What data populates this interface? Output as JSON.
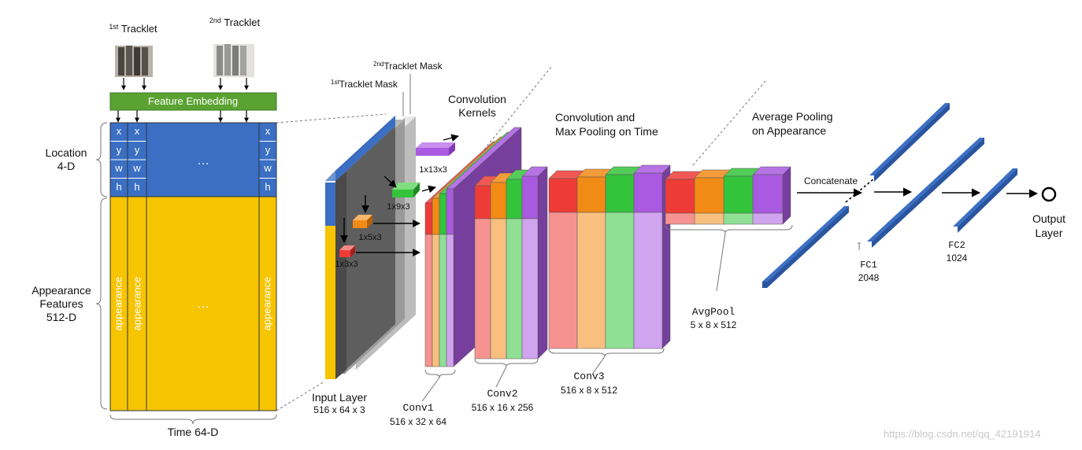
{
  "colors": {
    "blue": "#3a6fc4",
    "yellow": "#f6c400",
    "green": "#5aa332",
    "red": "#ef3b36",
    "orange": "#f28a16",
    "lime": "#33c43c",
    "purple": "#a95ae0"
  },
  "tracklets": {
    "first": {
      "label": "Tracklet",
      "sup": "1st"
    },
    "second": {
      "label": "Tracklet",
      "sup": "2nd"
    }
  },
  "feature_embedding": "Feature Embedding",
  "grid": {
    "location_label": "Location",
    "location_dim": "4-D",
    "location_rows": [
      "x",
      "y",
      "w",
      "h"
    ],
    "ellipsis": "…",
    "appearance_label": "Appearance",
    "appearance_label2": "Features",
    "appearance_dim": "512-D",
    "appearance_cell": "appearance",
    "time_label": "Time 64-D"
  },
  "input": {
    "mask1": {
      "sup": "1st",
      "label": "Tracklet Mask"
    },
    "mask2": {
      "sup": "2nd",
      "label": "Tracklet Mask"
    },
    "name": "Input Layer",
    "dims": "516 x 64 x 3"
  },
  "kernels": {
    "title1": "Convolution",
    "title2": "Kernels",
    "sizes": [
      "1x13x3",
      "1x9x3",
      "1x5x3",
      "1x3x3"
    ]
  },
  "conv_title": {
    "line1": "Convolution and",
    "line2": "Max Pooling on Time"
  },
  "pool_title": {
    "line1": "Average Pooling",
    "line2": "on Appearance"
  },
  "layers": {
    "conv1": {
      "name": "Conv1",
      "dims": "516 x 32 x 64"
    },
    "conv2": {
      "name": "Conv2",
      "dims": "516 x 16 x 256"
    },
    "conv3": {
      "name": "Conv3",
      "dims": "516 x 8 x 512"
    },
    "avgpool": {
      "name": "AvgPool",
      "dims": "5 x 8 x 512"
    },
    "fc1": {
      "name": "FC1",
      "dims": "2048"
    },
    "fc2": {
      "name": "FC2",
      "dims": "1024"
    }
  },
  "concatenate": "Concatenate",
  "output": {
    "line1": "Output",
    "line2": "Layer"
  },
  "watermark": "https://blog.csdn.net/qq_42191914"
}
